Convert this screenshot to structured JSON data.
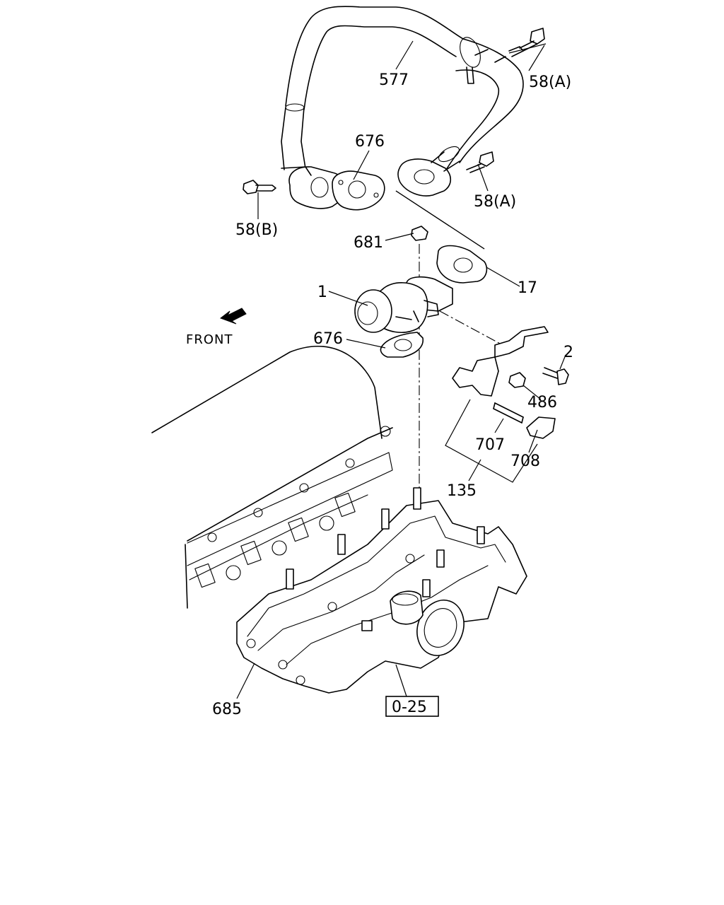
{
  "labels": {
    "pipe": "577",
    "bolt_a_top": "58(A)",
    "gasket_top": "676",
    "bolt_b": "58(B)",
    "bolt_a_right": "58(A)",
    "nut": "681",
    "valve": "1",
    "gasket_right": "17",
    "gasket_lower": "676",
    "bolt_bracket": "2",
    "nut_bracket": "486",
    "stud": "707",
    "clip": "708",
    "bracket_assembly": "135",
    "manifold_gasket": "685"
  },
  "front_label": "FRONT",
  "reference": "0-25"
}
